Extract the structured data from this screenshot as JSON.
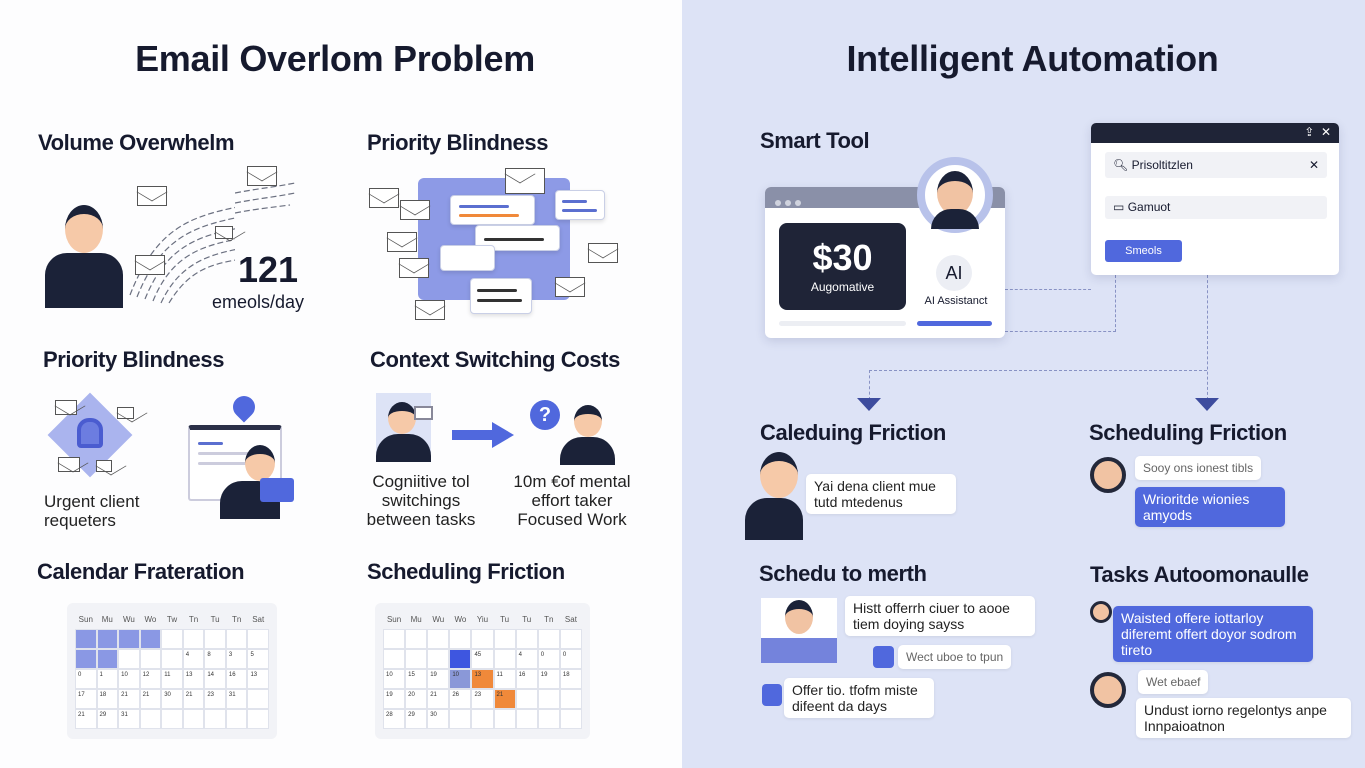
{
  "left": {
    "title": "Email Overlom Problem",
    "volume": {
      "heading": "Volume Overwhelm",
      "count": "121",
      "unit": "emeols/day"
    },
    "priority_top": {
      "heading": "Priority Blindness"
    },
    "priority_bottom": {
      "heading": "Priority Blindness",
      "caption": "Urgent client requeters"
    },
    "context": {
      "heading": "Context Switching Costs",
      "caption_left": "Cogniitive tol switchings between tasks",
      "caption_right": "10m €of mental effort taker Focused Work"
    },
    "calendar_left": {
      "heading": "Calendar Frateration",
      "days": [
        "Sun",
        "Mu",
        "Wu",
        "Wo",
        "Tw",
        "Tn",
        "Tu",
        "Tn",
        "Sat"
      ],
      "cells": [
        "",
        "",
        "",
        "",
        "",
        "",
        "",
        "",
        "",
        "",
        "",
        "",
        "",
        "",
        "4",
        "8",
        "3",
        "5",
        "0",
        "1",
        "10",
        "12",
        "11",
        "13",
        "14",
        "16",
        "13",
        "17",
        "18",
        "21",
        "21",
        "30",
        "21",
        "23",
        "31",
        "",
        "21",
        "29",
        "31",
        "",
        "",
        "",
        "",
        "",
        ""
      ]
    },
    "calendar_right": {
      "heading": "Scheduling Friction",
      "days": [
        "Sun",
        "Mu",
        "Wu",
        "Wo",
        "Yiu",
        "Tu",
        "Tu",
        "Tn",
        "Sat"
      ],
      "cells": [
        "",
        "",
        "",
        "",
        "",
        "",
        "",
        "",
        "",
        "",
        "",
        "",
        "",
        "45",
        "",
        "4",
        "0",
        "0",
        "10",
        "15",
        "19",
        "10",
        "13",
        "11",
        "16",
        "19",
        "18",
        "19",
        "20",
        "21",
        "26",
        "23",
        "21",
        "",
        "",
        "",
        "28",
        "29",
        "30",
        "",
        "",
        "",
        "",
        "",
        ""
      ]
    }
  },
  "right": {
    "title": "Intelligent Automation",
    "smart_tool": {
      "heading": "Smart Tool",
      "price": "$30",
      "price_label": "Augomative",
      "ai_badge": "AI",
      "ai_label": "AI Assistanct"
    },
    "panel": {
      "search_value": "Prisoltitzlen",
      "item": "Gamuot",
      "button": "Smeols"
    },
    "caleduing": {
      "heading": "Caleduing Friction",
      "bubble": "Yai dena client mue tutd mtedenus"
    },
    "scheduling": {
      "heading": "Scheduling Friction",
      "bubble1": "Sooy ons ionest tibls",
      "bubble2": "Wrioritde wionies amyods"
    },
    "schedu": {
      "heading": "Schedu to merth",
      "bubble1": "Histt offerrh ciuer to aooe tiem doying sayss",
      "bubble2": "Wect uboe to tpun",
      "bubble3": "Offer tio. tfofm miste difeent da days"
    },
    "tasks": {
      "heading": "Tasks Autoomonaulle",
      "bubble1": "Waisted offere iottarloy diferemt offert doyor sodrom tireto",
      "bubble2": "Wet ebaef",
      "bubble3": "Undust iorno regelontys anpe Innpaioatnon"
    }
  },
  "colors": {
    "accent": "#5068dd",
    "orange": "#f0893a",
    "dark": "#1b2238",
    "right_bg": "#dde3f6"
  }
}
